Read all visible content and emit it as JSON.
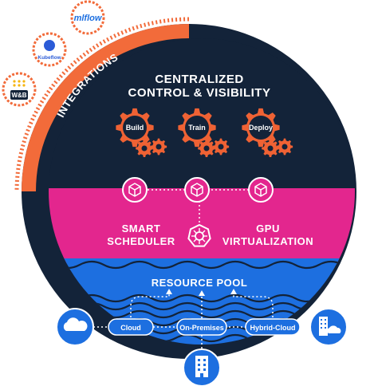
{
  "header": {
    "title_line1": "CENTRALIZED",
    "title_line2": "CONTROL & VISIBILITY"
  },
  "integrations": {
    "label": "INTEGRATIONS",
    "tools": [
      {
        "name": "mlflow",
        "icon": "mlflow-logo"
      },
      {
        "name": "Kubeflow",
        "icon": "kubeflow-logo"
      },
      {
        "name": "W&B",
        "icon": "wandb-logo"
      }
    ]
  },
  "workflows": [
    {
      "label": "Build",
      "icon": "gear-icon"
    },
    {
      "label": "Train",
      "icon": "gear-icon"
    },
    {
      "label": "Deploy",
      "icon": "gear-icon"
    }
  ],
  "middle": {
    "left_line1": "SMART",
    "left_line2": "SCHEDULER",
    "right_line1": "GPU",
    "right_line2": "VIRTUALIZATION",
    "center_icon": "kubernetes-icon"
  },
  "pool": {
    "label": "RESOURCE POOL"
  },
  "sources": [
    {
      "label": "Cloud",
      "icon": "cloud-icon"
    },
    {
      "label": "On-Premises",
      "icon": "building-icon"
    },
    {
      "label": "Hybrid-Cloud",
      "icon": "hybrid-cloud-icon"
    }
  ],
  "colors": {
    "navy": "#132339",
    "orange": "#f26b3a",
    "magenta": "#e3268e",
    "blue": "#1d6fe0",
    "light_blue": "#2b82f0",
    "gear_orange": "#ef6234"
  }
}
